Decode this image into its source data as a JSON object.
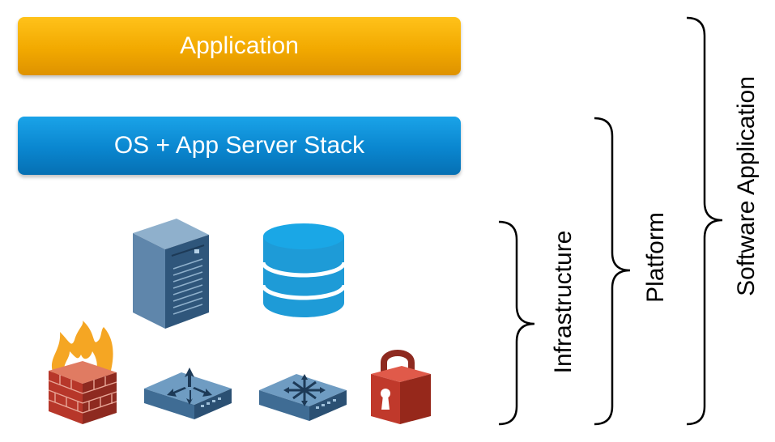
{
  "layers": {
    "application": "Application",
    "os_stack": "OS + App Server Stack"
  },
  "scopes": {
    "infrastructure": "Infrastructure",
    "platform": "Platform",
    "software_application": "Software Application"
  },
  "icons": [
    "server-icon",
    "database-icon",
    "firewall-icon",
    "router-icon",
    "switch-icon",
    "lock-icon"
  ],
  "colors": {
    "application_bar": "#f2a900",
    "os_bar": "#0a86cf",
    "server": "#3a5f82",
    "database": "#1e9bd7",
    "firewall_brick": "#c0392b",
    "firewall_flame": "#f5a623",
    "network_device": "#4d7ba3",
    "lock": "#c0392b"
  }
}
